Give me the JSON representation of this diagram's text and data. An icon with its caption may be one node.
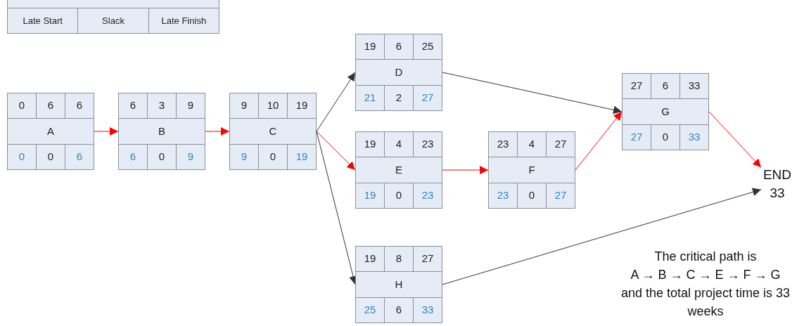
{
  "diagram": {
    "nodes": [
      {
        "text": [
          "Late Start",
          "Slack",
          "Late Finish"
        ]
      },
      {
        "text": [
          "0",
          "6",
          "6",
          "A",
          "0",
          "0",
          "6"
        ]
      },
      {
        "text": [
          "6",
          "3",
          "9",
          "B",
          "6",
          "0",
          "9"
        ]
      },
      {
        "text": [
          "9",
          "10",
          "19",
          "C",
          "9",
          "0",
          "19"
        ]
      },
      {
        "text": [
          "19",
          "6",
          "25",
          "D",
          "21",
          "2",
          "27"
        ]
      },
      {
        "text": [
          "19",
          "4",
          "23",
          "E",
          "19",
          "0",
          "23"
        ]
      },
      {
        "text": [
          "23",
          "4",
          "27",
          "F",
          "23",
          "0",
          "27"
        ]
      },
      {
        "text": [
          "27",
          "6",
          "33",
          "G",
          "27",
          "0",
          "33"
        ]
      },
      {
        "text": [
          "19",
          "8",
          "27",
          "H",
          "25",
          "6",
          "33"
        ]
      },
      {
        "text": [
          "END",
          "33"
        ]
      }
    ],
    "edges": [
      {
        "from": 1,
        "to": 2,
        "arrow": "to"
      },
      {
        "from": 2,
        "to": 3,
        "arrow": "to"
      },
      {
        "from": 3,
        "to": 4,
        "arrow": "to",
        "color": "#333333"
      },
      {
        "from": 3,
        "to": 5,
        "arrow": "to"
      },
      {
        "from": 3,
        "to": 8,
        "arrow": "to",
        "color": "#333333"
      },
      {
        "from": 4,
        "to": 7,
        "arrow": "to",
        "color": "#333333"
      },
      {
        "from": 5,
        "to": 6,
        "arrow": "to"
      },
      {
        "from": 6,
        "to": 7,
        "arrow": "to"
      },
      {
        "from": 7,
        "to": 9,
        "arrow": "to"
      },
      {
        "from": 8,
        "to": 9,
        "arrow": "to",
        "color": "#333333"
      }
    ],
    "labels": [
      "The critical path is",
      "A → B → C → E → F → G",
      "and the total project time is 33 weeks"
    ]
  }
}
